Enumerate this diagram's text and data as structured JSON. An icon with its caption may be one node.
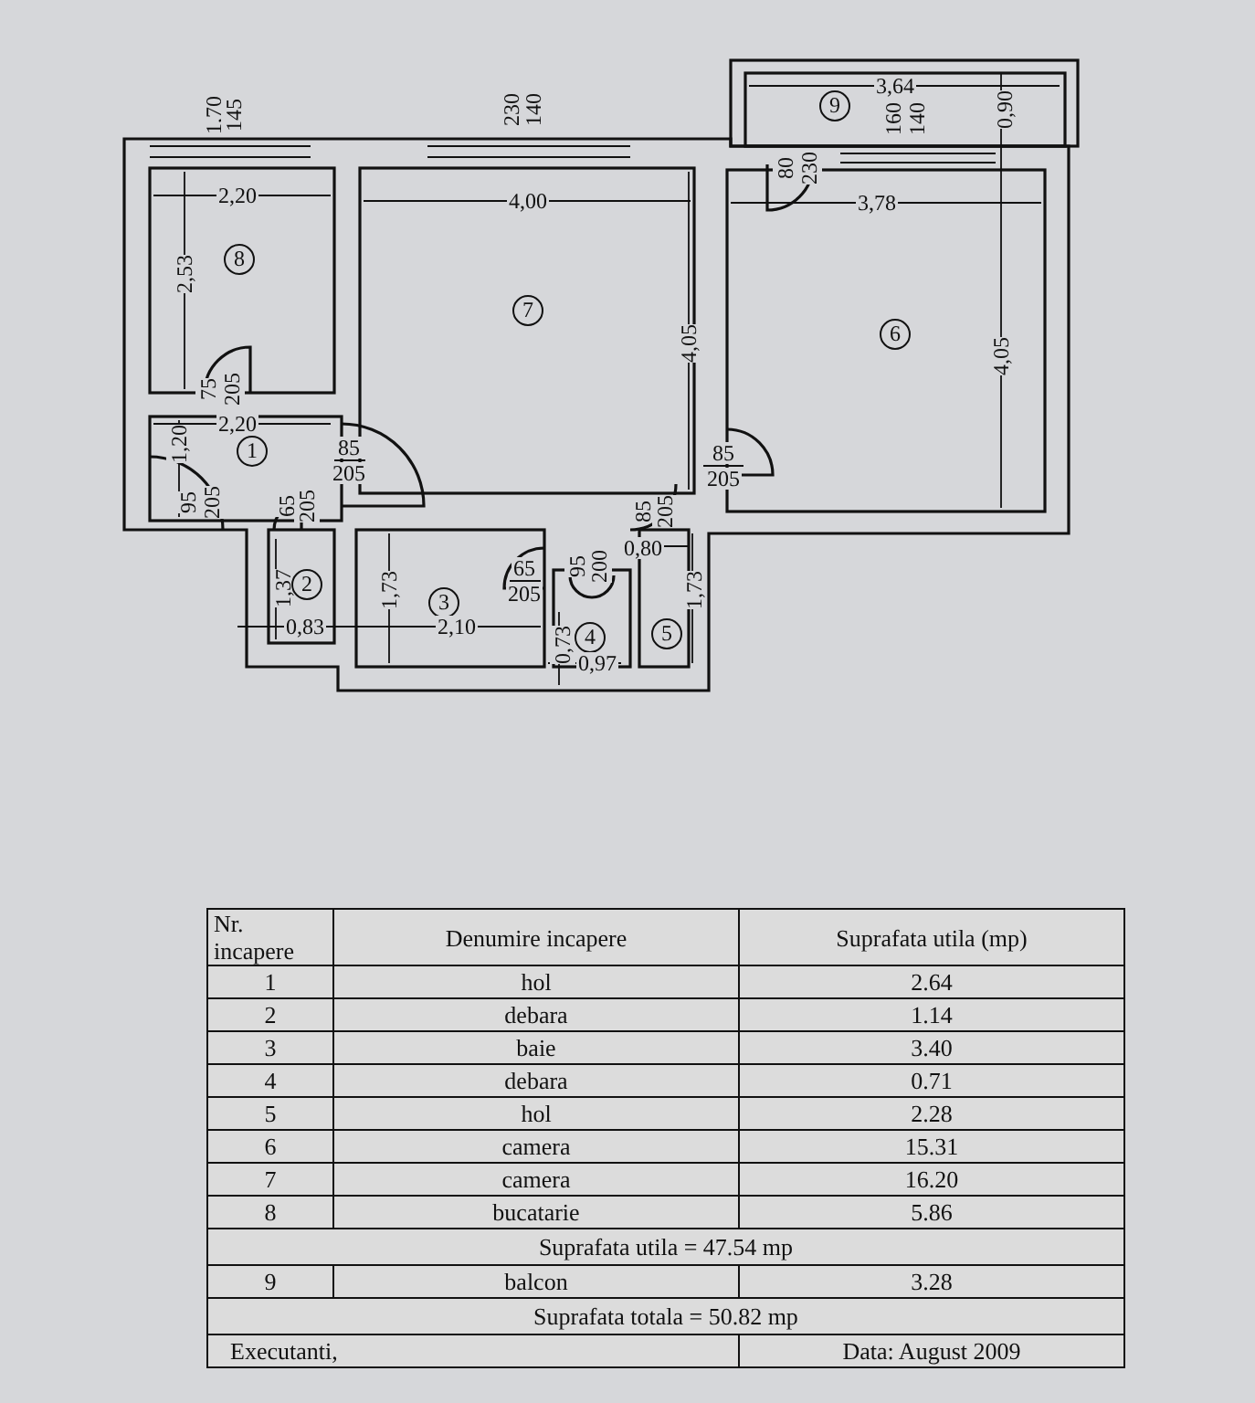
{
  "diagram": {
    "labels": [
      "1,70",
      "145",
      "230",
      "140",
      "3,64",
      "9",
      "160",
      "140",
      "0,90",
      "80",
      "230",
      "2,20",
      "4,00",
      "3,78",
      "2,53",
      "8",
      "7",
      "4,05",
      "6",
      "4,05",
      "75",
      "205",
      "2,20",
      "1",
      "1,20",
      "85",
      "205",
      "85",
      "205",
      "95",
      "205",
      "65",
      "205",
      "85",
      "205",
      "0,80",
      "95",
      "200",
      "65",
      "205",
      "1,37",
      "2",
      "1,73",
      "3",
      "0,83",
      "2,10",
      "0,73",
      "4",
      "0,97",
      "1,73",
      "5",
      "Nr. incapere",
      "Denumire incapere",
      "Suprafata utila (mp)",
      "1",
      "hol",
      "2.64",
      "2",
      "debara",
      "1.14",
      "3",
      "baie",
      "3.40",
      "4",
      "debara",
      "0.71",
      "5",
      "hol",
      "2.28",
      "6",
      "camera",
      "15.31",
      "7",
      "camera",
      "16.20",
      "8",
      "bucatarie",
      "5.86",
      "Suprafata utila = 47.54 mp",
      "9",
      "balcon",
      "3.28",
      "Suprafata totala = 50.82 mp",
      "Executanti,",
      "Data: August 2009"
    ]
  }
}
